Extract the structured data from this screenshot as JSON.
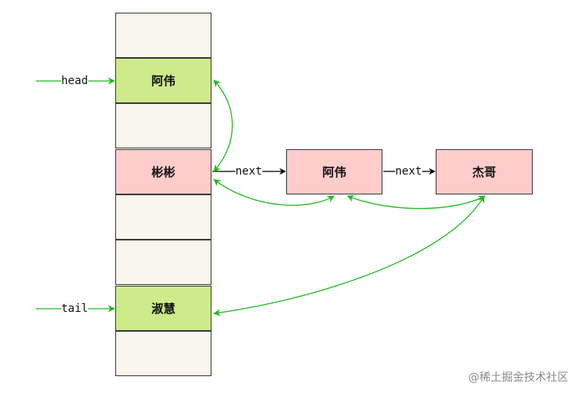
{
  "colors": {
    "green_cell": "#cdeb8b",
    "pink_cell": "#ffcccc",
    "cream_cell": "#f9f7ed",
    "arrow_green": "#22bb22",
    "arrow_black": "#000000"
  },
  "table": {
    "cells": [
      {
        "text": "",
        "fill": "cream"
      },
      {
        "text": "阿伟",
        "fill": "green"
      },
      {
        "text": "",
        "fill": "cream"
      },
      {
        "text": "彬彬",
        "fill": "pink"
      },
      {
        "text": "",
        "fill": "cream"
      },
      {
        "text": "",
        "fill": "cream"
      },
      {
        "text": "淑慧",
        "fill": "green"
      },
      {
        "text": "",
        "fill": "cream"
      }
    ]
  },
  "pointers": {
    "head": "head",
    "tail": "tail"
  },
  "chain": {
    "node1": "阿伟",
    "node2": "杰哥",
    "next_label_1": "next",
    "next_label_2": "next"
  },
  "watermark": {
    "text": "@稀土掘金技术社区"
  }
}
